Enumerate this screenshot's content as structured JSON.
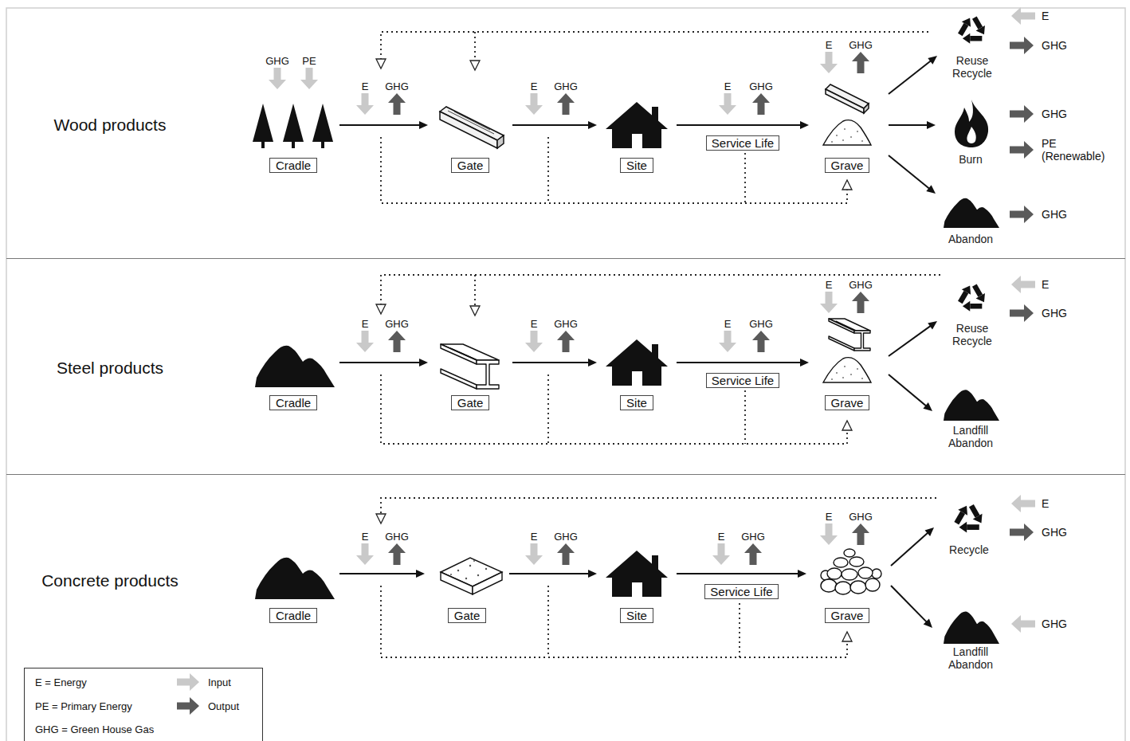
{
  "diagram": {
    "nodes": [
      {
        "text": [
          "Wood products"
        ]
      },
      {
        "text": [
          "Cradle"
        ],
        "in": 0
      },
      {
        "text": [
          "Gate"
        ],
        "in": 0
      },
      {
        "text": [
          "Site"
        ],
        "in": 0
      },
      {
        "text": [
          "Grave"
        ],
        "in": 0
      },
      {
        "text": [
          "Reuse Recycle"
        ],
        "in": 0
      },
      {
        "text": [
          "Burn"
        ],
        "in": 0
      },
      {
        "text": [
          "Abandon"
        ],
        "in": 0
      },
      {
        "text": [
          "Steel products"
        ]
      },
      {
        "text": [
          "Cradle"
        ],
        "in": 8
      },
      {
        "text": [
          "Gate"
        ],
        "in": 8
      },
      {
        "text": [
          "Site"
        ],
        "in": 8
      },
      {
        "text": [
          "Grave"
        ],
        "in": 8
      },
      {
        "text": [
          "Reuse Recycle"
        ],
        "in": 8
      },
      {
        "text": [
          "Landfill Abandon"
        ],
        "in": 8
      },
      {
        "text": [
          "Concrete products"
        ]
      },
      {
        "text": [
          "Cradle"
        ],
        "in": 15
      },
      {
        "text": [
          "Gate"
        ],
        "in": 15
      },
      {
        "text": [
          "Site"
        ],
        "in": 15
      },
      {
        "text": [
          "Grave"
        ],
        "in": 15
      },
      {
        "text": [
          "Recycle"
        ],
        "in": 15
      },
      {
        "text": [
          "Landfill Abandon"
        ],
        "in": 15
      }
    ],
    "edges": [
      {
        "from": 1,
        "to": 2,
        "arrow": "to"
      },
      {
        "from": 2,
        "to": 3,
        "arrow": "to"
      },
      {
        "from": 3,
        "to": 4,
        "label": "Service Life",
        "arrow": "to"
      },
      {
        "from": 4,
        "to": 5,
        "arrow": "to"
      },
      {
        "from": 4,
        "to": 6,
        "arrow": "to"
      },
      {
        "from": 4,
        "to": 7,
        "arrow": "to"
      },
      {
        "from": 9,
        "to": 10,
        "arrow": "to"
      },
      {
        "from": 10,
        "to": 11,
        "arrow": "to"
      },
      {
        "from": 11,
        "to": 12,
        "label": "Service Life",
        "arrow": "to"
      },
      {
        "from": 12,
        "to": 13,
        "arrow": "to"
      },
      {
        "from": 12,
        "to": 14,
        "arrow": "to"
      },
      {
        "from": 16,
        "to": 17,
        "arrow": "to"
      },
      {
        "from": 17,
        "to": 18,
        "arrow": "to"
      },
      {
        "from": 18,
        "to": 19,
        "label": "Service Life",
        "arrow": "to"
      },
      {
        "from": 19,
        "to": 20,
        "arrow": "to"
      },
      {
        "from": 19,
        "to": 21,
        "arrow": "to"
      }
    ],
    "labels": [
      "GHG",
      "PE",
      "E",
      "GHG",
      "E",
      "GHG",
      "E",
      "GHG",
      "E",
      "GHG",
      "E",
      "GHG",
      "GHG",
      "PE (Renewable)",
      "GHG",
      "E",
      "GHG",
      "E",
      "GHG",
      "E",
      "GHG",
      "E",
      "GHG",
      "E",
      "GHG",
      "E",
      "GHG",
      "E",
      "GHG",
      "E",
      "GHG",
      "E",
      "GHG",
      "E",
      "GHG",
      "GHG"
    ],
    "legend": [
      {
        "text": "E = Energy"
      },
      {
        "text": "PE = Primary Energy"
      },
      {
        "text": "GHG = Green House Gas"
      },
      {
        "text": "Input"
      },
      {
        "text": "Output"
      }
    ]
  }
}
